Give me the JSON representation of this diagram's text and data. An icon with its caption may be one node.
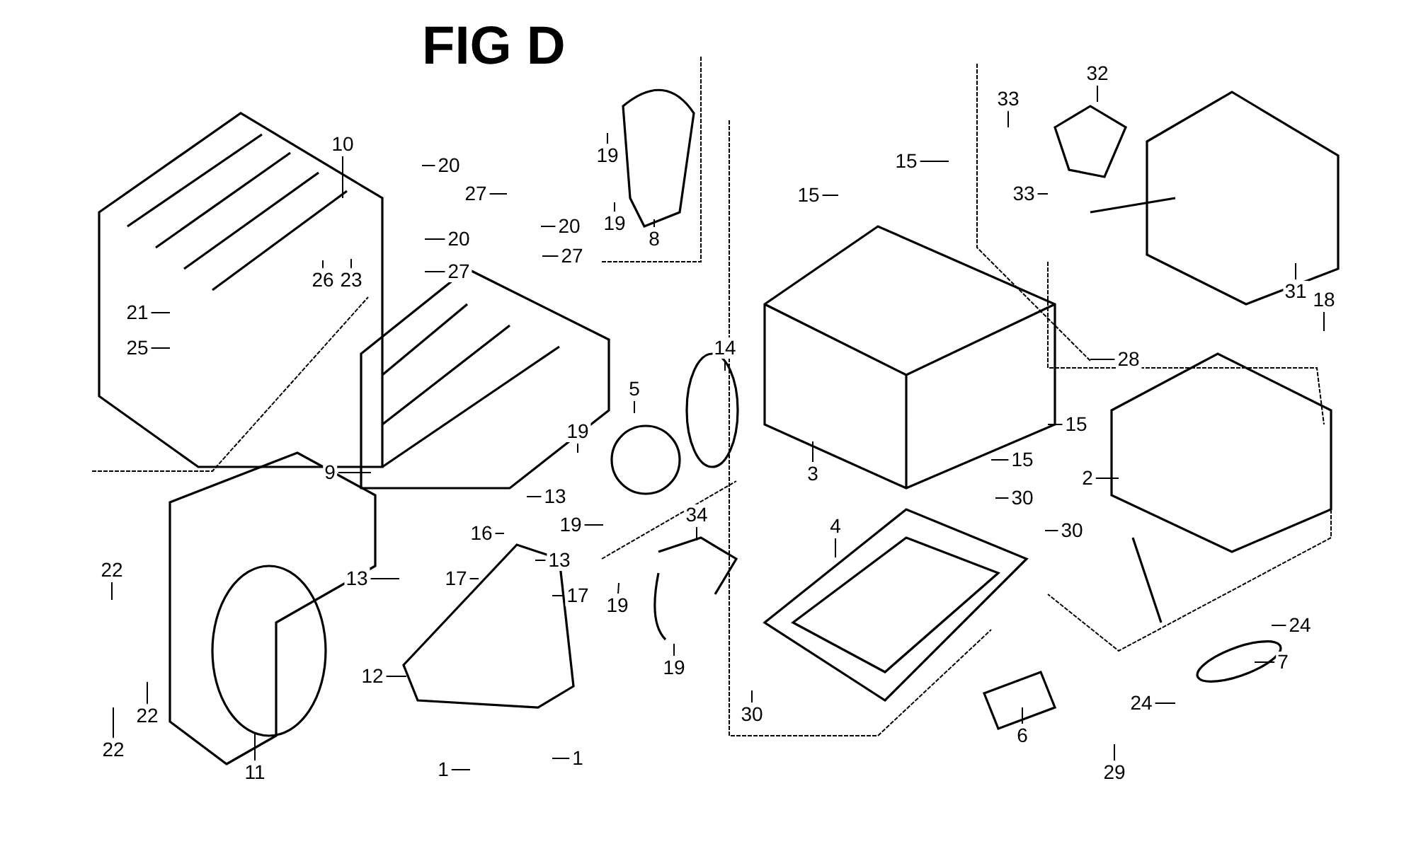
{
  "diagram": {
    "title": "FIG D",
    "nodes": [
      {
        "text": [
          "21"
        ]
      },
      {
        "text": [
          "25"
        ]
      },
      {
        "text": [
          "10"
        ]
      },
      {
        "text": [
          "26"
        ]
      },
      {
        "text": [
          "23"
        ]
      },
      {
        "text": [
          "20"
        ]
      },
      {
        "text": [
          "27"
        ]
      },
      {
        "text": [
          "20"
        ]
      },
      {
        "text": [
          "20"
        ]
      },
      {
        "text": [
          "27"
        ]
      },
      {
        "text": [
          "27"
        ]
      },
      {
        "text": [
          "19"
        ]
      },
      {
        "text": [
          "19"
        ]
      },
      {
        "text": [
          "8"
        ]
      },
      {
        "text": [
          "9"
        ]
      },
      {
        "text": [
          "5"
        ]
      },
      {
        "text": [
          "14"
        ]
      },
      {
        "text": [
          "19"
        ]
      },
      {
        "text": [
          "13"
        ]
      },
      {
        "text": [
          "19"
        ]
      },
      {
        "text": [
          "16"
        ]
      },
      {
        "text": [
          "17"
        ]
      },
      {
        "text": [
          "13"
        ]
      },
      {
        "text": [
          "13"
        ]
      },
      {
        "text": [
          "17"
        ]
      },
      {
        "text": [
          "34"
        ]
      },
      {
        "text": [
          "19"
        ]
      },
      {
        "text": [
          "19"
        ]
      },
      {
        "text": [
          "12"
        ]
      },
      {
        "text": [
          "1"
        ]
      },
      {
        "text": [
          "1"
        ]
      },
      {
        "text": [
          "22"
        ]
      },
      {
        "text": [
          "22"
        ]
      },
      {
        "text": [
          "22"
        ]
      },
      {
        "text": [
          "11"
        ]
      },
      {
        "text": [
          "15"
        ]
      },
      {
        "text": [
          "15"
        ]
      },
      {
        "text": [
          "3"
        ]
      },
      {
        "text": [
          "28"
        ]
      },
      {
        "text": [
          "15"
        ]
      },
      {
        "text": [
          "15"
        ]
      },
      {
        "text": [
          "33"
        ]
      },
      {
        "text": [
          "32"
        ]
      },
      {
        "text": [
          "33"
        ]
      },
      {
        "text": [
          "31"
        ]
      },
      {
        "text": [
          "18"
        ]
      },
      {
        "text": [
          "2"
        ]
      },
      {
        "text": [
          "4"
        ]
      },
      {
        "text": [
          "30"
        ]
      },
      {
        "text": [
          "30"
        ]
      },
      {
        "text": [
          "30"
        ]
      },
      {
        "text": [
          "6"
        ]
      },
      {
        "text": [
          "24"
        ]
      },
      {
        "text": [
          "24"
        ]
      },
      {
        "text": [
          "7"
        ]
      },
      {
        "text": [
          "29"
        ]
      }
    ],
    "edges": [
      {
        "from": 0,
        "to": null,
        "arrow": "none"
      },
      {
        "from": 1,
        "to": null,
        "arrow": "none"
      },
      {
        "from": 2,
        "to": null,
        "arrow": "none"
      },
      {
        "from": 3,
        "to": null,
        "arrow": "none"
      },
      {
        "from": 4,
        "to": null,
        "arrow": "none"
      },
      {
        "from": 5,
        "to": null,
        "arrow": "none"
      },
      {
        "from": 6,
        "to": null,
        "arrow": "none"
      },
      {
        "from": 7,
        "to": null,
        "arrow": "none"
      },
      {
        "from": 8,
        "to": null,
        "arrow": "none"
      },
      {
        "from": 9,
        "to": null,
        "arrow": "none"
      },
      {
        "from": 10,
        "to": null,
        "arrow": "none"
      },
      {
        "from": 11,
        "to": null,
        "arrow": "none"
      },
      {
        "from": 12,
        "to": null,
        "arrow": "none"
      },
      {
        "from": 13,
        "to": null,
        "arrow": "none"
      },
      {
        "from": 14,
        "to": null,
        "arrow": "none"
      },
      {
        "from": 15,
        "to": null,
        "arrow": "none"
      },
      {
        "from": 16,
        "to": null,
        "arrow": "none"
      },
      {
        "from": 17,
        "to": null,
        "arrow": "none"
      },
      {
        "from": 18,
        "to": null,
        "arrow": "none"
      },
      {
        "from": 19,
        "to": null,
        "arrow": "none"
      },
      {
        "from": 20,
        "to": null,
        "arrow": "none"
      },
      {
        "from": 21,
        "to": null,
        "arrow": "none"
      },
      {
        "from": 22,
        "to": null,
        "arrow": "none"
      },
      {
        "from": 23,
        "to": null,
        "arrow": "none"
      },
      {
        "from": 24,
        "to": null,
        "arrow": "none"
      },
      {
        "from": 25,
        "to": null,
        "arrow": "none"
      },
      {
        "from": 26,
        "to": null,
        "arrow": "none"
      },
      {
        "from": 27,
        "to": null,
        "arrow": "none"
      },
      {
        "from": 28,
        "to": null,
        "arrow": "none"
      },
      {
        "from": 29,
        "to": null,
        "arrow": "none"
      },
      {
        "from": 30,
        "to": null,
        "arrow": "none"
      },
      {
        "from": 31,
        "to": null,
        "arrow": "none"
      },
      {
        "from": 32,
        "to": null,
        "arrow": "none"
      },
      {
        "from": 33,
        "to": null,
        "arrow": "none"
      },
      {
        "from": 34,
        "to": null,
        "arrow": "none"
      },
      {
        "from": 35,
        "to": null,
        "arrow": "none"
      },
      {
        "from": 36,
        "to": null,
        "arrow": "none"
      },
      {
        "from": 37,
        "to": null,
        "arrow": "none"
      },
      {
        "from": 38,
        "to": null,
        "arrow": "none"
      },
      {
        "from": 39,
        "to": null,
        "arrow": "none"
      },
      {
        "from": 40,
        "to": null,
        "arrow": "none"
      },
      {
        "from": 41,
        "to": null,
        "arrow": "none"
      },
      {
        "from": 42,
        "to": null,
        "arrow": "none"
      },
      {
        "from": 43,
        "to": null,
        "arrow": "none"
      },
      {
        "from": 44,
        "to": null,
        "arrow": "none"
      },
      {
        "from": 45,
        "to": null,
        "arrow": "none"
      },
      {
        "from": 46,
        "to": null,
        "arrow": "none"
      },
      {
        "from": 47,
        "to": null,
        "arrow": "none"
      },
      {
        "from": 48,
        "to": null,
        "arrow": "none"
      },
      {
        "from": 49,
        "to": null,
        "arrow": "none"
      },
      {
        "from": 50,
        "to": null,
        "arrow": "none"
      },
      {
        "from": 51,
        "to": null,
        "arrow": "none"
      },
      {
        "from": 52,
        "to": null,
        "arrow": "none"
      },
      {
        "from": 53,
        "to": null,
        "arrow": "none"
      },
      {
        "from": 54,
        "to": null,
        "arrow": "none"
      },
      {
        "from": 55,
        "to": null,
        "arrow": "none"
      }
    ]
  }
}
